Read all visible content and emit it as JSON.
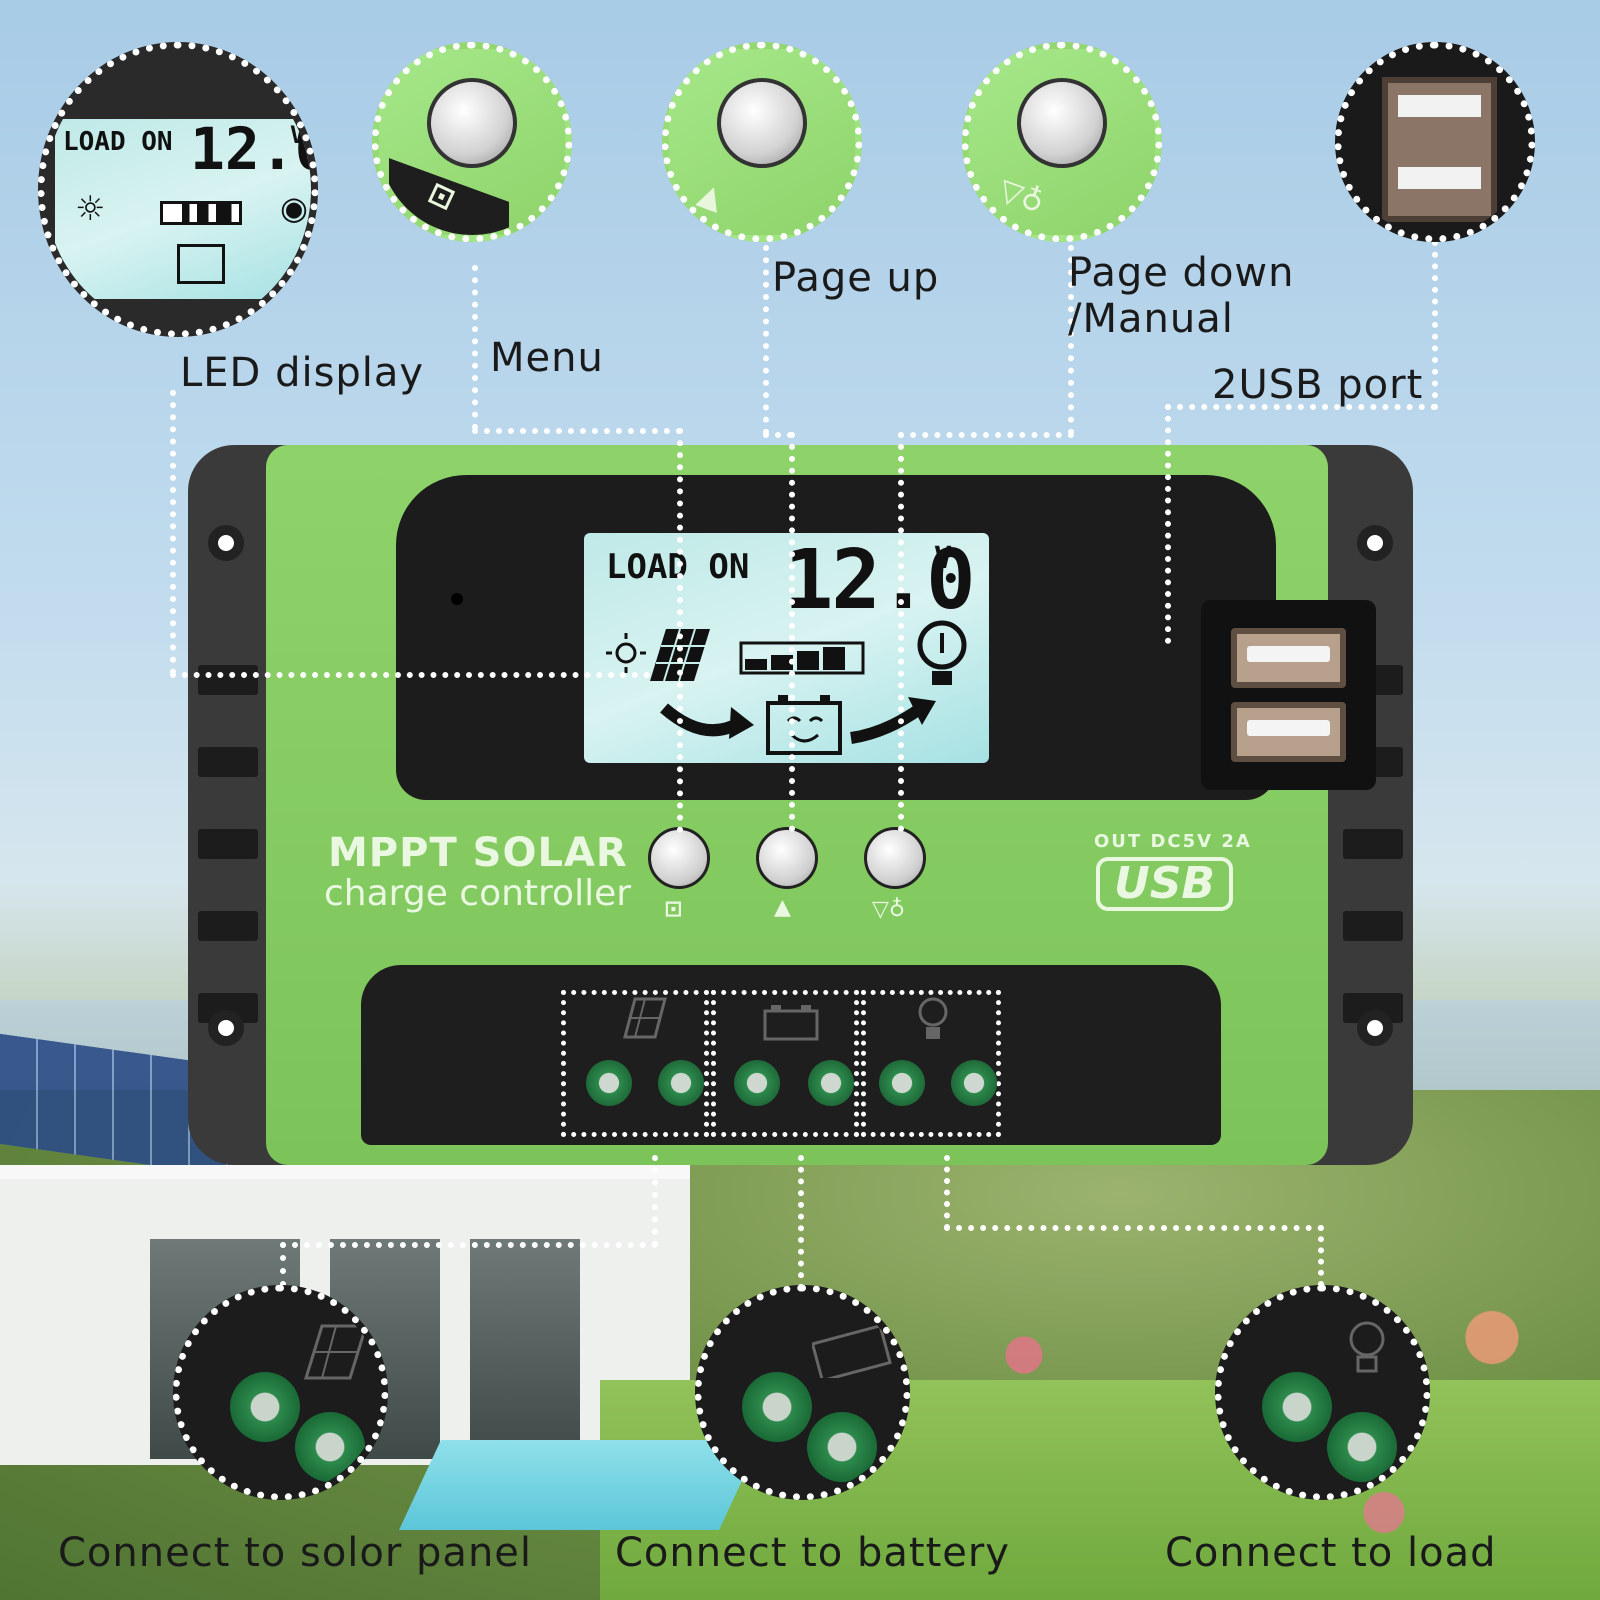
{
  "lcd": {
    "load_status": "LOAD ON",
    "voltage": "12.0",
    "unit": "V"
  },
  "device": {
    "brand_line1": "MPPT SOLAR",
    "brand_line2": "charge controller",
    "usb_rating": "OUT DC5V 2A",
    "usb_logo": "USB"
  },
  "labels": {
    "led_display": "LED display",
    "menu": "Menu",
    "page_up": "Page up",
    "page_down_line1": "Page down",
    "page_down_line2": "/Manual",
    "usb_port": "2USB port",
    "connect_solar": "Connect to solor panel",
    "connect_battery": "Connect to battery",
    "connect_load": "Connect to load"
  },
  "icons": {
    "menu": "menu-icon",
    "page_up": "plus-up-icon",
    "page_down": "down-bulb-icon",
    "solar": "solar-panel-icon",
    "battery": "battery-icon",
    "load": "bulb-icon"
  },
  "colors": {
    "housing_green": "#8ed36a",
    "housing_dark": "#3a3a3a",
    "lcd_bg": "#c8eeeb",
    "terminal_green": "#2d8a4c"
  }
}
